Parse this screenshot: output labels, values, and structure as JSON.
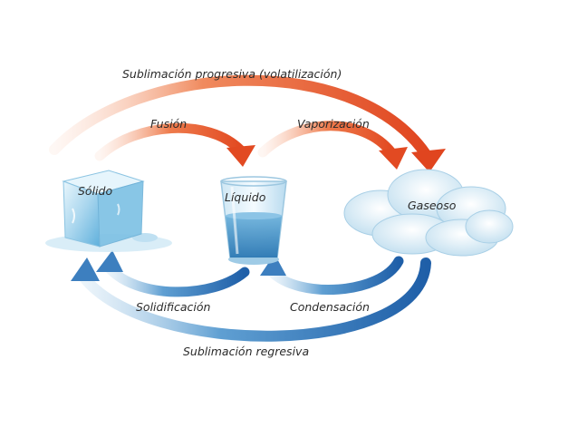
{
  "states": {
    "solid": "Sólido",
    "liquid": "Líquido",
    "gas": "Gaseoso"
  },
  "processes": {
    "sublimation_progressive": "Sublimación progresiva (volatilización)",
    "fusion": "Fusión",
    "vaporization": "Vaporización",
    "solidification": "Solidificación",
    "condensation": "Condensación",
    "sublimation_regressive": "Sublimación regresiva"
  },
  "colors": {
    "warm_arrow": "#e8572c",
    "cool_arrow": "#2f6fb7",
    "ice": "#9fd1ea",
    "water": "#3f8fc4",
    "cloud": "#dcecf6"
  }
}
